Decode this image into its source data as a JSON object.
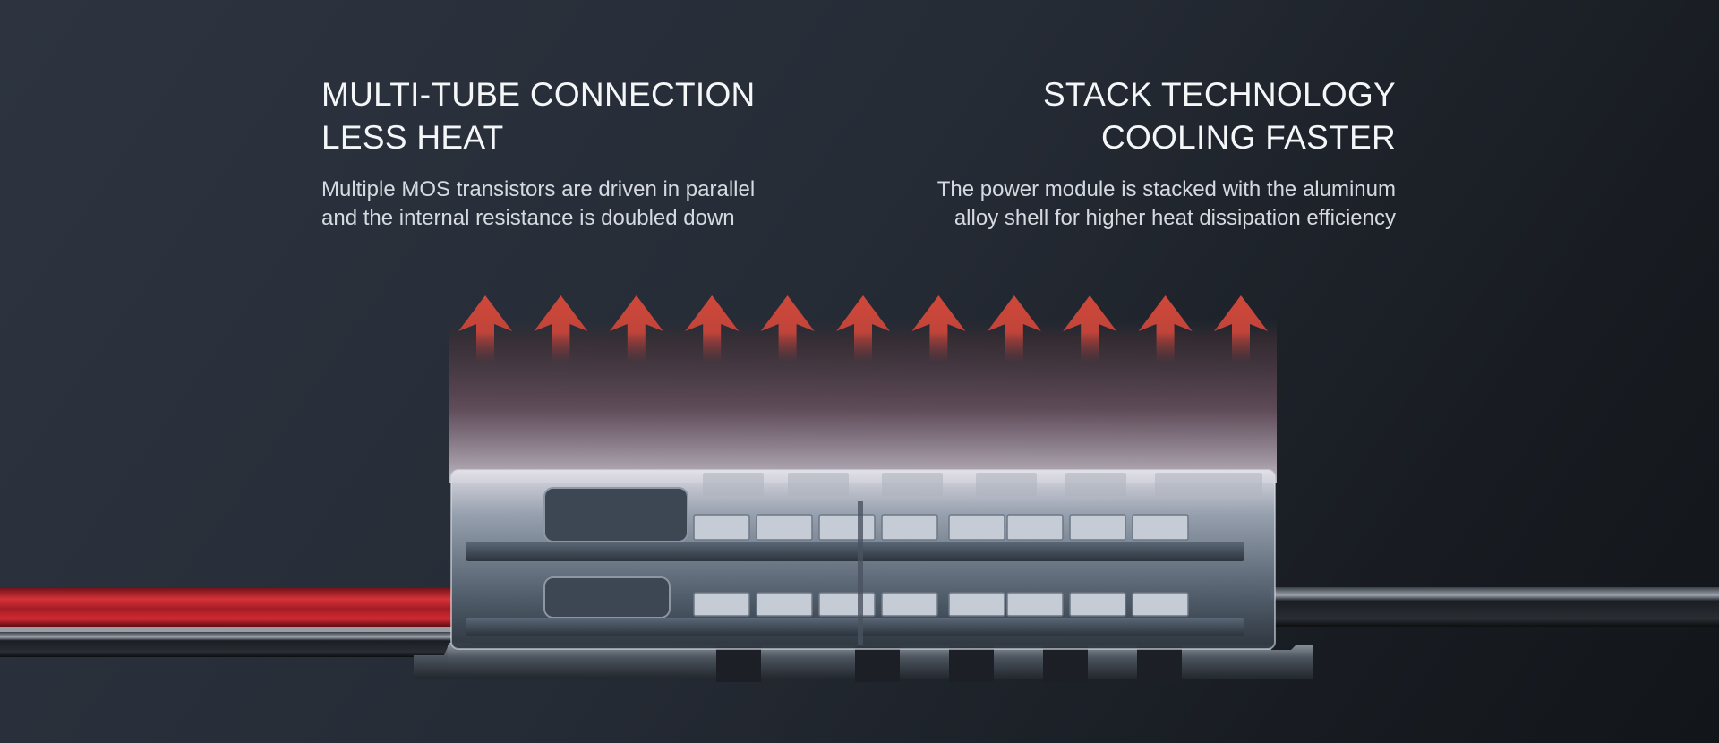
{
  "features": [
    {
      "title_line1": "MULTI-TUBE CONNECTION",
      "title_line2": "LESS HEAT",
      "desc_line1": "Multiple MOS transistors are driven in parallel",
      "desc_line2": "and the internal resistance is doubled down"
    },
    {
      "title_line1": "STACK TECHNOLOGY",
      "title_line2": "COOLING FASTER",
      "desc_line1": "The power module is stacked with the aluminum",
      "desc_line2": "alloy shell for higher heat dissipation efficiency"
    }
  ],
  "heat_arrow_count": 11,
  "colors": {
    "background": "#2a303a",
    "heat_arrow": "#c94a3c",
    "red_wire": "#c8262e",
    "black_wire": "#15181c"
  }
}
